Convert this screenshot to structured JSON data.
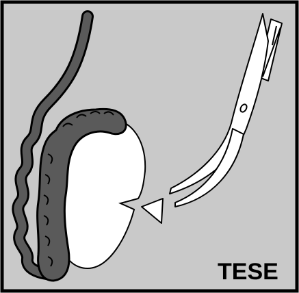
{
  "diagram": {
    "label": "TESE",
    "colors": {
      "background": "#c9c9c9",
      "border": "#000000",
      "vas_deferens": "#5a5a5a",
      "epididymis": "#5a5a5a",
      "testis_fill": "#ffffff",
      "instrument_fill": "#ffffff",
      "outline": "#000000"
    },
    "parts": [
      "vas-deferens",
      "epididymis",
      "testis",
      "tissue-sample",
      "surgical-scissors"
    ]
  }
}
